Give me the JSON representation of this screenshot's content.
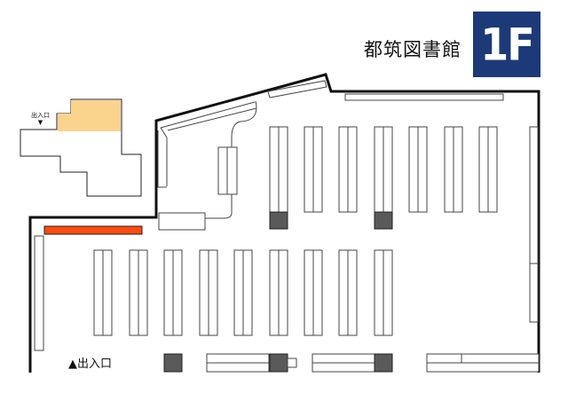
{
  "library_name": "都筑図書館",
  "floor": "1F",
  "entrance_label": "▲出入口",
  "mini_map": {
    "entrance_label": "出入口",
    "entrance_marker": "▼",
    "highlight_color": "#fad38d"
  },
  "colors": {
    "badge": "#1d3a78",
    "counter": "#ff4a10",
    "dark_block": "#5a5a5a",
    "walls": "#111111",
    "shelves": "#444444"
  }
}
